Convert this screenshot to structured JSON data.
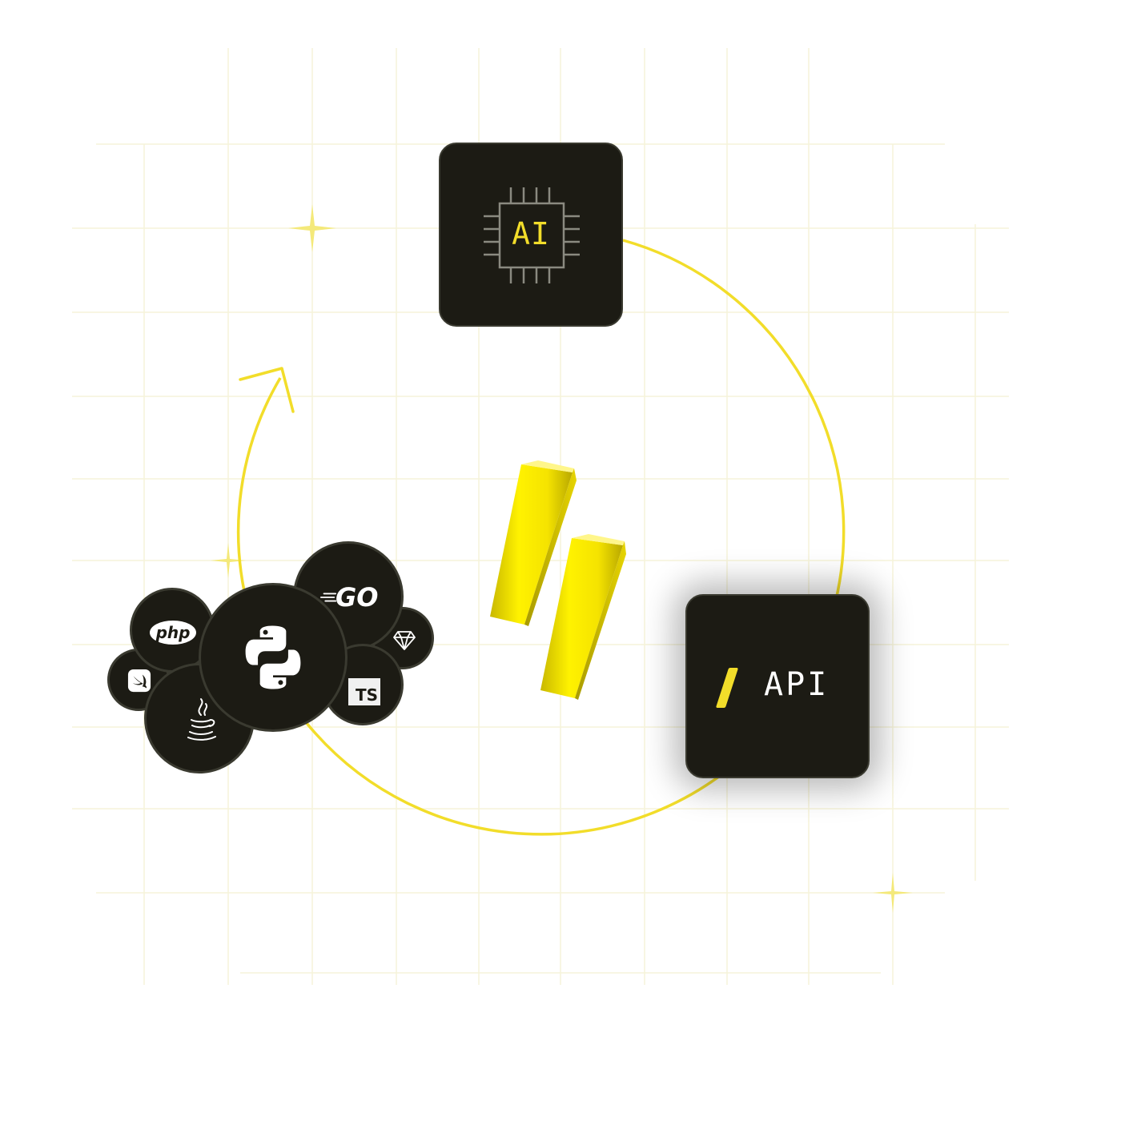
{
  "nodes": {
    "ai": {
      "label": "AI"
    },
    "api": {
      "label": "API"
    }
  },
  "languages": {
    "go": {
      "label": "GO",
      "icon": "go-logo-icon"
    },
    "php": {
      "label": "php",
      "icon": "php-logo-icon"
    },
    "typescript": {
      "label": "TS",
      "icon": "typescript-logo-icon"
    },
    "python": {
      "icon": "python-logo-icon"
    },
    "java": {
      "icon": "java-logo-icon"
    },
    "swift": {
      "icon": "swift-logo-icon"
    },
    "ruby": {
      "icon": "ruby-logo-icon"
    }
  },
  "colors": {
    "accent": "#f2dd2a",
    "card": "#1c1b14",
    "card_border": "#3a3a30",
    "grid": "#f7f4d8"
  }
}
